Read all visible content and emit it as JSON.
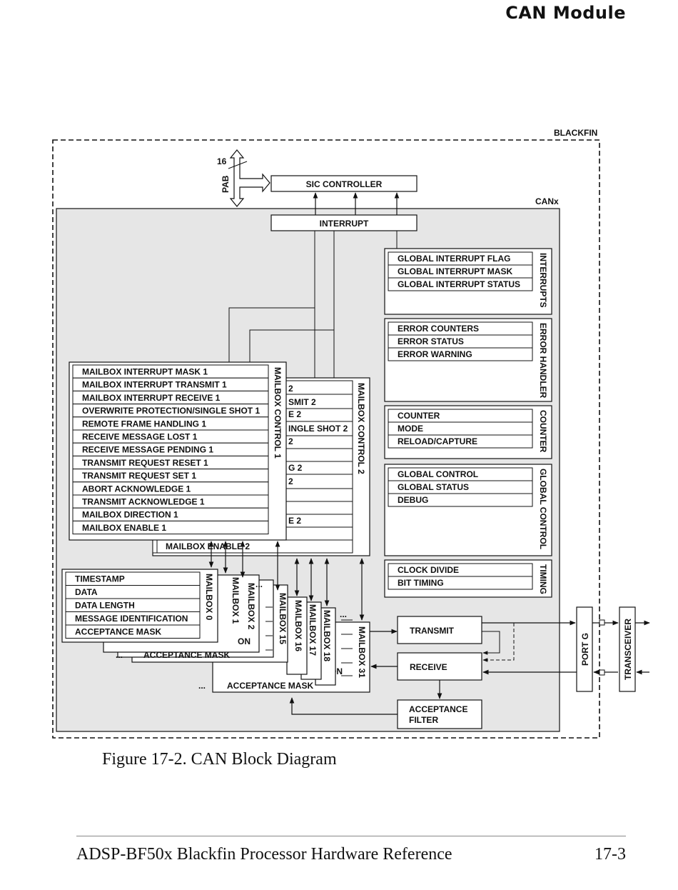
{
  "header": {
    "title": "CAN Module"
  },
  "diagram": {
    "outer_label": "BLACKFIN",
    "canx_label": "CANx",
    "pab_label": "PAB",
    "bus_width": "16",
    "sic_controller": "SIC CONTROLLER",
    "interrupt": "INTERRUPT",
    "interrupts_group": {
      "title": "INTERRUPTS",
      "items": [
        "GLOBAL INTERRUPT FLAG",
        "GLOBAL INTERRUPT MASK",
        "GLOBAL INTERRUPT STATUS"
      ]
    },
    "error_group": {
      "title": "ERROR HANDLER",
      "items": [
        "ERROR COUNTERS",
        "ERROR STATUS",
        "ERROR WARNING"
      ]
    },
    "counter_group": {
      "title": "COUNTER",
      "items": [
        "COUNTER",
        "MODE",
        "RELOAD/CAPTURE"
      ]
    },
    "global_group": {
      "title": "GLOBAL CONTROL",
      "items": [
        "GLOBAL CONTROL",
        "GLOBAL STATUS",
        "DEBUG"
      ]
    },
    "timing_group": {
      "title": "TIMING",
      "items": [
        "CLOCK DIVIDE",
        "BIT TIMING"
      ]
    },
    "mailbox_control_1": {
      "title": "MAILBOX CONTROL 1",
      "items": [
        "MAILBOX INTERRUPT MASK 1",
        "MAILBOX INTERRUPT TRANSMIT 1",
        "MAILBOX INTERRUPT RECEIVE 1",
        "OVERWRITE PROTECTION/SINGLE SHOT 1",
        "REMOTE FRAME HANDLING 1",
        "RECEIVE MESSAGE LOST 1",
        "RECEIVE MESSAGE PENDING 1",
        "TRANSMIT REQUEST RESET 1",
        "TRANSMIT REQUEST SET 1",
        "ABORT ACKNOWLEDGE 1",
        "TRANSMIT ACKNOWLEDGE 1",
        "MAILBOX DIRECTION 1",
        "MAILBOX ENABLE 1"
      ]
    },
    "mailbox_control_2": {
      "title": "MAILBOX CONTROL 2",
      "fragments": [
        "2",
        "SMIT 2",
        "E 2",
        "INGLE SHOT 2",
        "2",
        "G 2",
        "2",
        "E 2",
        "MAILBOX ENABLE 2"
      ]
    },
    "mailbox_0": {
      "title": "MAILBOX 0",
      "items": [
        "TIMESTAMP",
        "DATA",
        "DATA LENGTH",
        "MESSAGE IDENTIFICATION",
        "ACCEPTANCE MASK"
      ]
    },
    "mailbox_stack_1": [
      "MAILBOX 1",
      "MAILBOX 2",
      "MAILBOX 15"
    ],
    "mailbox_stack_2": [
      "MAILBOX 16",
      "MAILBOX 17",
      "MAILBOX 18",
      "MAILBOX 31"
    ],
    "stack_fragments": {
      "acceptance_mask": "ACCEPTANCE MASK",
      "on": "ON",
      "ellipsis": "..."
    },
    "transmit": "TRANSMIT",
    "receive": "RECEIVE",
    "acceptance_filter": [
      "ACCEPTANCE",
      "FILTER"
    ],
    "port_g": "PORT G",
    "transceiver": "TRANSCEIVER"
  },
  "caption": "Figure 17-2. CAN Block Diagram",
  "footer": {
    "title": "ADSP-BF50x Blackfin Processor Hardware Reference",
    "page": "17-3"
  }
}
